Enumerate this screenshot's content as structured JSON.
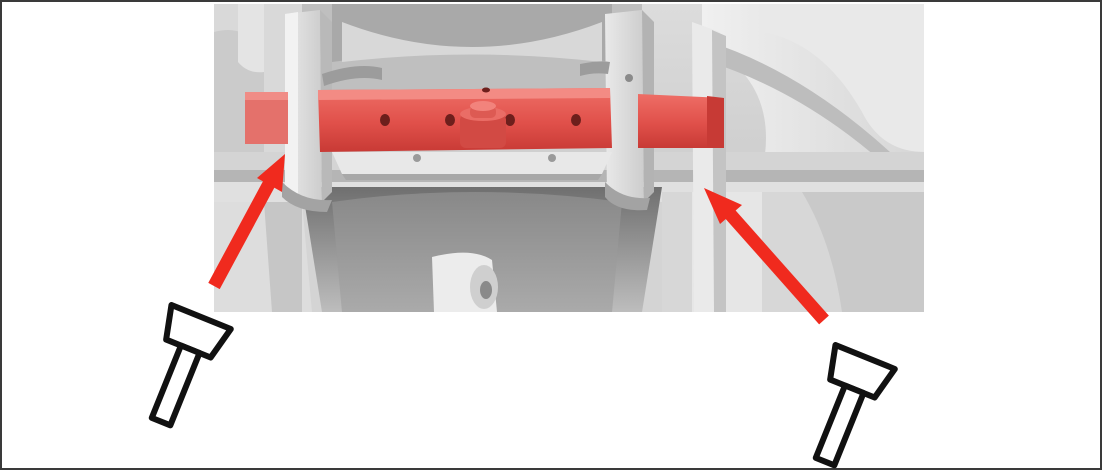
{
  "diagram": {
    "subject": "installation-assembly",
    "colors": {
      "highlight_bar": "#e25550",
      "highlight_bar_dark": "#b8322e",
      "arrow": "#f02a1e",
      "bolt_stroke": "#111111",
      "housing_light": "#e6e6e6",
      "housing_mid": "#c9c9c9",
      "housing_dark": "#8f8f8f",
      "frame_border": "#3a3a3a"
    },
    "icons": [
      "mounting-bolt-icon",
      "mounting-bolt-icon",
      "red-arrow",
      "red-arrow"
    ],
    "bolt_count": 2,
    "arrow_count": 2
  }
}
